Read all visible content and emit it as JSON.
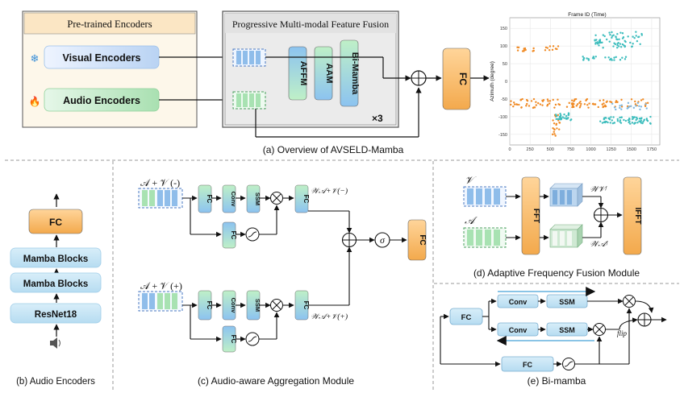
{
  "panel_a": {
    "pretrained": {
      "title": "Pre-trained Encoders",
      "visual_label": "Visual Encoders",
      "audio_label": "Audio Encoders",
      "visual_glyph": "❄",
      "audio_glyph": "🔥"
    },
    "fusion": {
      "title": "Progressive Multi-modal Feature Fusion",
      "blocks": [
        "AFFM",
        "AAM",
        "Bi-Mamba"
      ],
      "repeat": "×3"
    },
    "fc": "FC",
    "caption": "(a) Overview of AVSELD-Mamba",
    "plot": {
      "ylabel": "Azimuth (degree)",
      "xlabel": "Frame ID (Time)",
      "yticks": [
        "150",
        "100",
        "50",
        "0",
        "-50",
        "-100",
        "-150"
      ],
      "xticks": [
        "0",
        "250",
        "500",
        "750",
        "1000",
        "1250",
        "1500",
        "1750"
      ]
    }
  },
  "panel_b": {
    "fc": "FC",
    "blocks": [
      "Mamba Blocks",
      "Mamba Blocks",
      "ResNet18"
    ],
    "caption": "(b) Audio Encoders"
  },
  "panel_c": {
    "top_input": "𝒜 + 𝒱 (-)",
    "bottom_input": "𝒜 + 𝒱 (+)",
    "fc": "FC",
    "conv": "Conv",
    "ssm": "SSM",
    "w_top": "𝒲𝒜+𝒱(−)",
    "w_bottom": "𝒲𝒜+𝒱(+)",
    "sigma": "σ",
    "caption": "(c) Audio-aware Aggregation Module"
  },
  "panel_d": {
    "v_label": "𝒱",
    "a_label": "𝒜",
    "fft": "FFT",
    "ifft": "IFFT",
    "wv": "𝒲𝒱ᶠ",
    "wa": "𝒲𝒜ᶠ",
    "caption": "(d) Adaptive Frequency Fusion Module"
  },
  "panel_e": {
    "fc": "FC",
    "conv": "Conv",
    "ssm": "SSM",
    "flip": "flip",
    "caption": "(e) Bi-mamba"
  },
  "colors": {
    "fc_orange": "#f7b96b",
    "green": "#a8e6b4",
    "blue": "#9ec9ef",
    "light_blue_block": "#c6e4f5",
    "cyan_points": "#3dbdbd",
    "orange_points": "#f08a24"
  }
}
